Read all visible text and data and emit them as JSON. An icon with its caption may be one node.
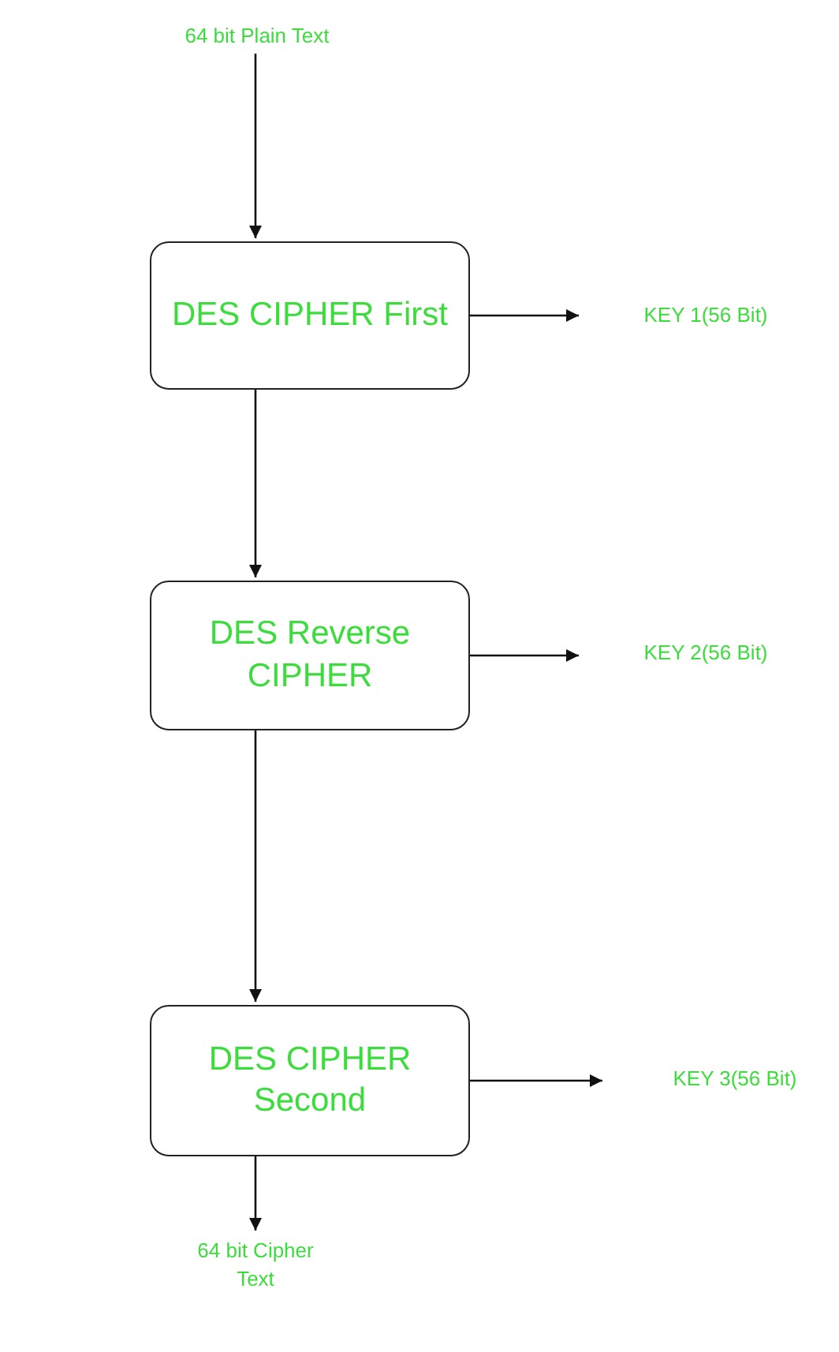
{
  "diagram": {
    "nodes": [
      {
        "text": [
          "64 bit Plain Text"
        ]
      },
      {
        "text": [
          "DES CIPHER First"
        ]
      },
      {
        "text": [
          "KEY 1(56 Bit)"
        ]
      },
      {
        "text": [
          "DES Reverse CIPHER"
        ]
      },
      {
        "text": [
          "KEY 2(56 Bit)"
        ]
      },
      {
        "text": [
          "DES CIPHER Second"
        ]
      },
      {
        "text": [
          "KEY 3(56 Bit)"
        ]
      },
      {
        "text": [
          "64 bit Cipher Text"
        ]
      }
    ],
    "edges": [
      {
        "from": 0,
        "to": 1,
        "arrow": "to"
      },
      {
        "from": 1,
        "to": 2,
        "arrow": "to"
      },
      {
        "from": 1,
        "to": 3,
        "arrow": "to"
      },
      {
        "from": 3,
        "to": 4,
        "arrow": "to"
      },
      {
        "from": 3,
        "to": 5,
        "arrow": "to"
      },
      {
        "from": 5,
        "to": 6,
        "arrow": "to"
      },
      {
        "from": 5,
        "to": 7,
        "arrow": "to"
      }
    ]
  }
}
